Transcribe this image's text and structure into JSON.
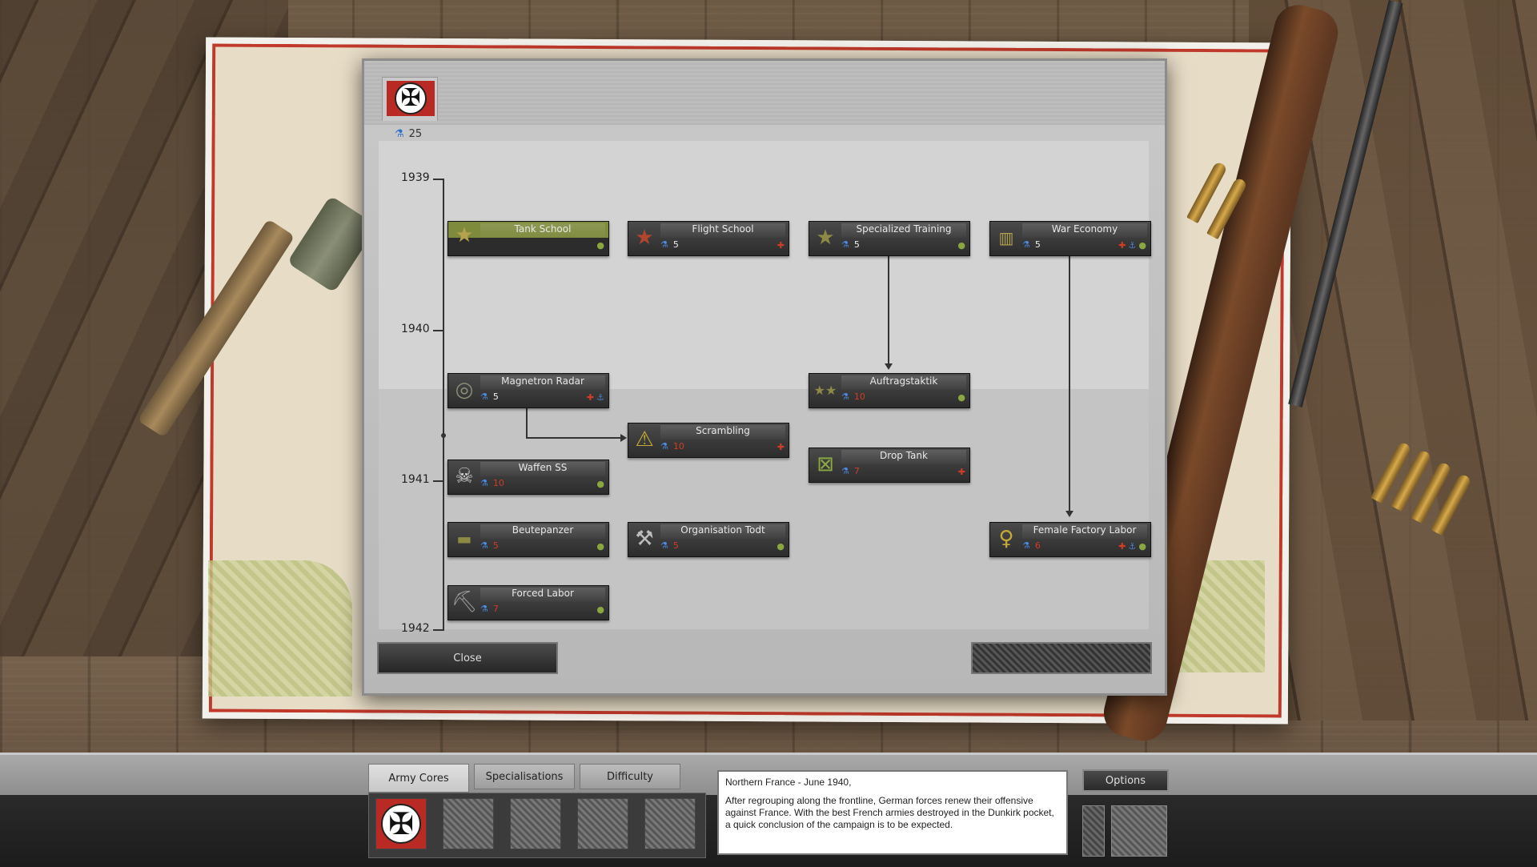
{
  "research_points": "25",
  "timeline": [
    "1939",
    "1940",
    "1941",
    "1942"
  ],
  "nodes": {
    "tank_school": {
      "title": "Tank School",
      "cost": "",
      "icon": "star-icon"
    },
    "flight_school": {
      "title": "Flight School",
      "cost": "5",
      "icon": "red-star-icon"
    },
    "specialized_training": {
      "title": "Specialized Training",
      "cost": "5",
      "icon": "star-icon"
    },
    "war_economy": {
      "title": "War Economy",
      "cost": "5",
      "icon": "factory-icon"
    },
    "magnetron_radar": {
      "title": "Magnetron Radar",
      "cost": "5",
      "icon": "radar-icon"
    },
    "auftragstaktik": {
      "title": "Auftragstaktik",
      "cost": "10",
      "icon": "stars-icon"
    },
    "scrambling": {
      "title": "Scrambling",
      "cost": "10",
      "icon": "warning-icon"
    },
    "drop_tank": {
      "title": "Drop Tank",
      "cost": "7",
      "icon": "droptank-icon"
    },
    "waffen_ss": {
      "title": "Waffen SS",
      "cost": "10",
      "icon": "skull-icon"
    },
    "beutepanzer": {
      "title": "Beutepanzer",
      "cost": "5",
      "icon": "tank-icon"
    },
    "organisation_todt": {
      "title": "Organisation Todt",
      "cost": "5",
      "icon": "tools-icon"
    },
    "female_factory_labor": {
      "title": "Female Factory Labor",
      "cost": "6",
      "icon": "female-icon"
    },
    "forced_labor": {
      "title": "Forced Labor",
      "cost": "7",
      "icon": "shovel-icon"
    }
  },
  "buttons": {
    "close": "Close",
    "options": "Options"
  },
  "tabs": [
    "Army Cores",
    "Specialisations",
    "Difficulty"
  ],
  "briefing": {
    "heading": "Northern France - June 1940,",
    "body": "After regrouping along the frontline, German forces renew their offensive against France. With the best French armies destroyed in the Dunkirk pocket, a quick conclusion of the campaign is to be expected."
  },
  "colors": {
    "accent_red": "#b82a23",
    "active_green": "#7e8a3c",
    "flask_blue": "#4a8ce6"
  }
}
